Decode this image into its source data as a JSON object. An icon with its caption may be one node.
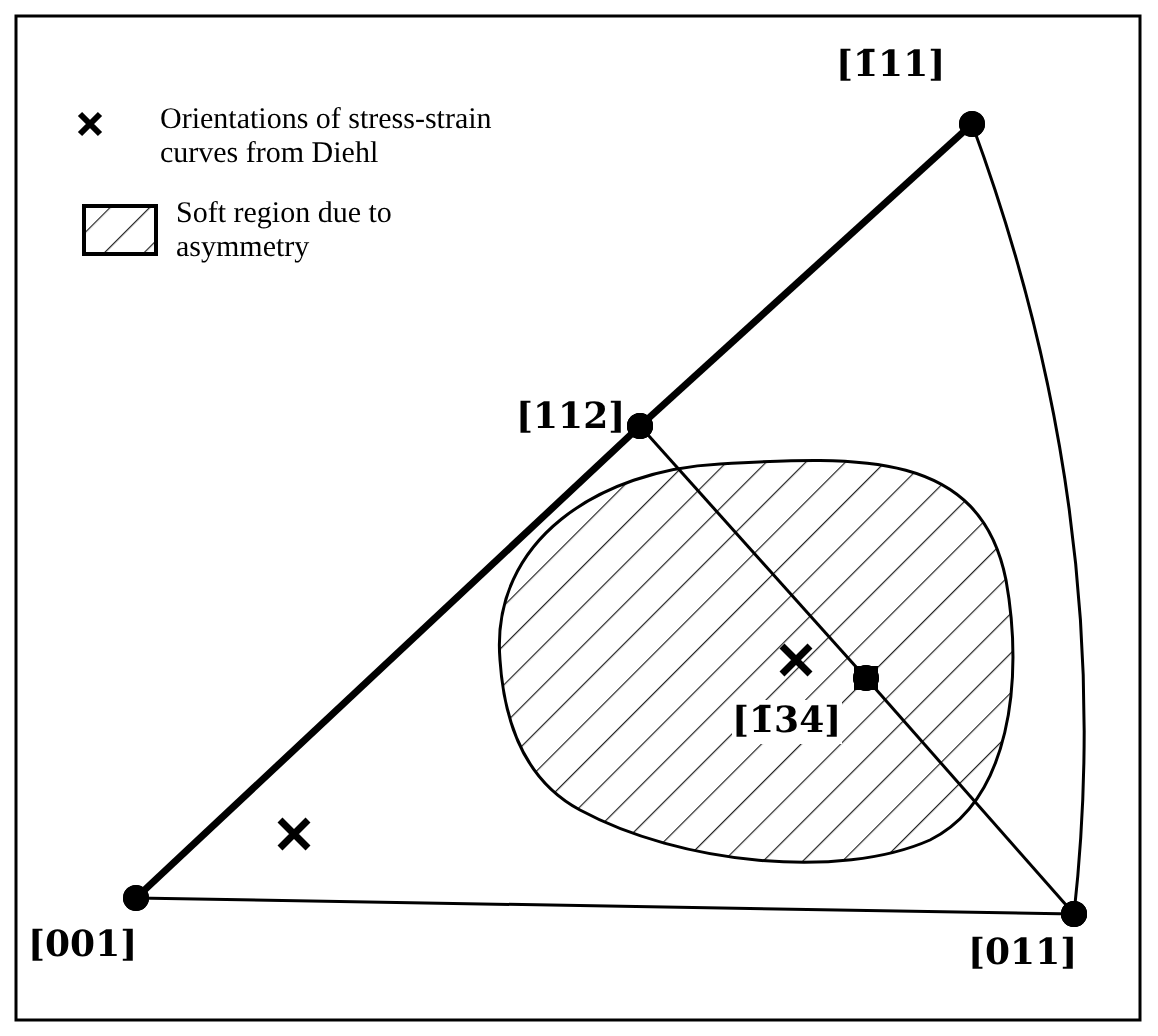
{
  "diagram": {
    "nodes": [
      {
        "text": [
          "[1̄11]"
        ]
      },
      {
        "text": [
          "[112]"
        ]
      },
      {
        "text": [
          "[1̄34]"
        ]
      },
      {
        "text": [
          "[001]"
        ]
      },
      {
        "text": [
          "[011]"
        ]
      }
    ],
    "edges": [
      {
        "from": 3,
        "to": 1,
        "arrow": "other",
        "style": "thick"
      },
      {
        "from": 1,
        "to": 0,
        "arrow": "other",
        "style": "thick"
      },
      {
        "from": 3,
        "to": 4,
        "arrow": "other"
      },
      {
        "from": 0,
        "to": 4,
        "arrow": "other"
      },
      {
        "from": 1,
        "to": 2,
        "arrow": "other"
      },
      {
        "from": 2,
        "to": 4,
        "arrow": "other"
      }
    ],
    "legend": [
      {
        "text": "Orientations of stress-strain curves from Diehl"
      },
      {
        "text": "Soft region due to asymmetry"
      }
    ]
  }
}
